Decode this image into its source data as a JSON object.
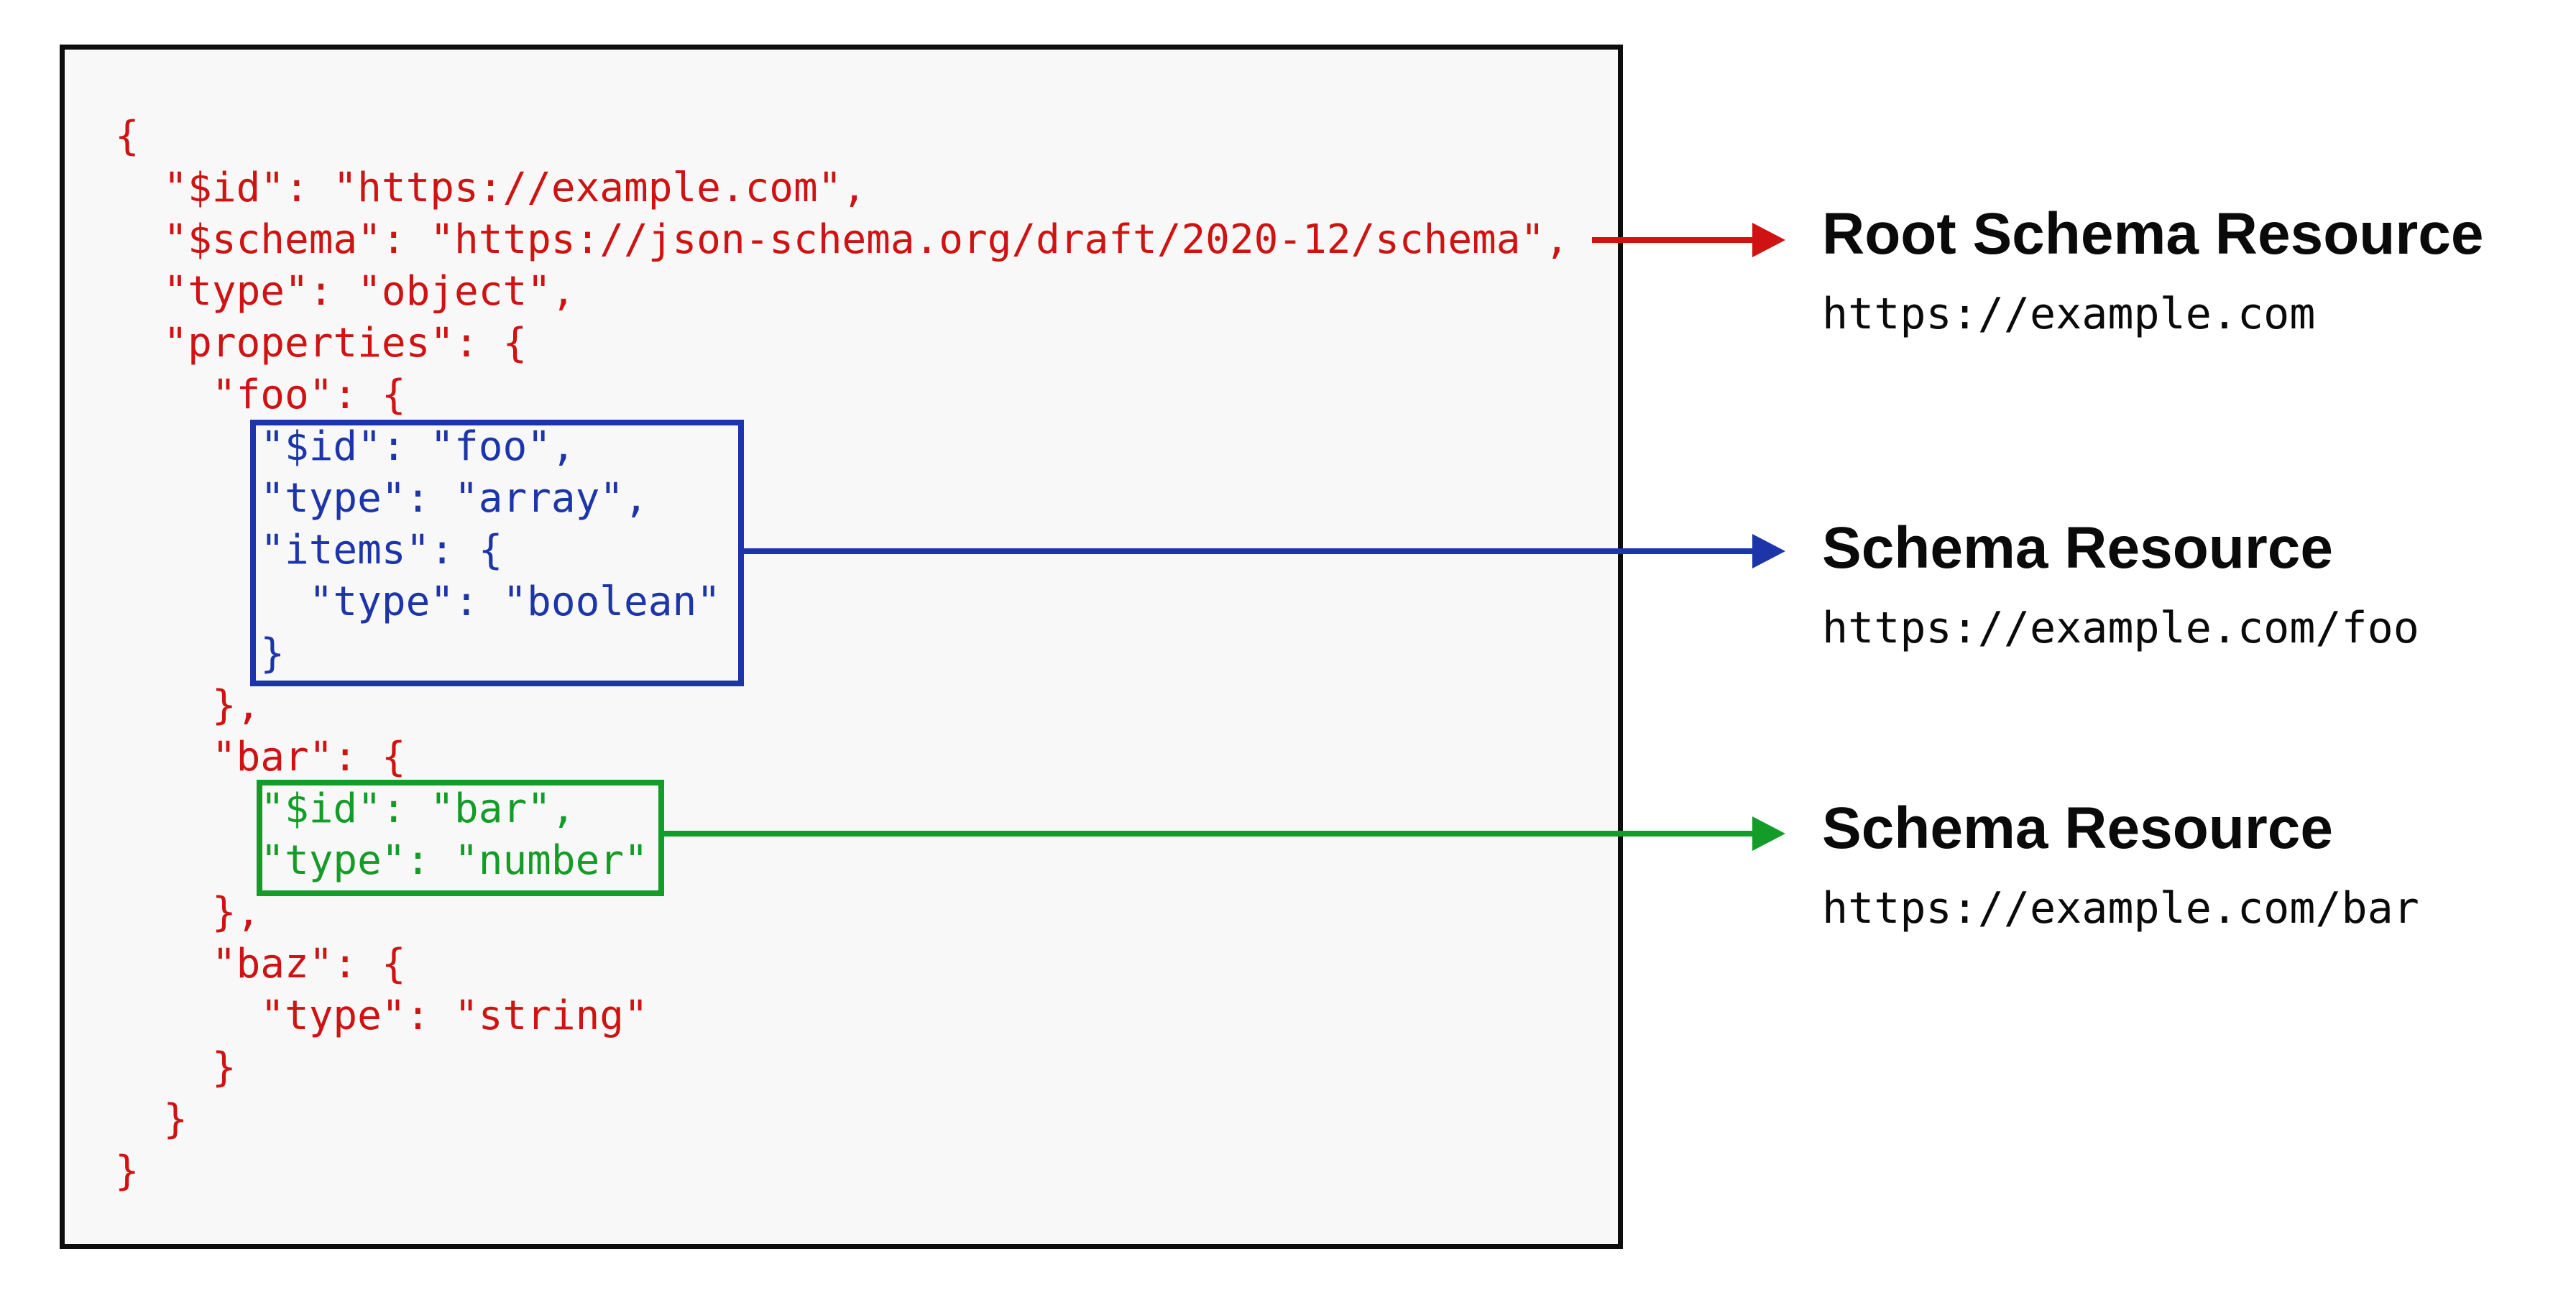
{
  "diagram": {
    "colors": {
      "red": "#cf1313",
      "blue": "#1c35a8",
      "green": "#149c28",
      "panel_border": "#0d0d0d",
      "panel_bg": "#f8f8f8",
      "label_text": "#0a0a0a"
    },
    "code_lines": [
      {
        "text": "{",
        "color": "red"
      },
      {
        "text": "  \"$id\": \"https://example.com\",",
        "color": "red"
      },
      {
        "text": "  \"$schema\": \"https://json-schema.org/draft/2020-12/schema\",",
        "color": "red"
      },
      {
        "text": "  \"type\": \"object\",",
        "color": "red"
      },
      {
        "text": "  \"properties\": {",
        "color": "red"
      },
      {
        "text": "    \"foo\": {",
        "color": "red"
      },
      {
        "text": "      \"$id\": \"foo\",",
        "color": "blue"
      },
      {
        "text": "      \"type\": \"array\",",
        "color": "blue"
      },
      {
        "text": "      \"items\": {",
        "color": "blue"
      },
      {
        "text": "        \"type\": \"boolean\"",
        "color": "blue"
      },
      {
        "text": "      }",
        "color": "blue"
      },
      {
        "text": "    },",
        "color": "red"
      },
      {
        "text": "    \"bar\": {",
        "color": "red"
      },
      {
        "text": "      \"$id\": \"bar\",",
        "color": "green"
      },
      {
        "text": "      \"type\": \"number\"",
        "color": "green"
      },
      {
        "text": "    },",
        "color": "red"
      },
      {
        "text": "    \"baz\": {",
        "color": "red"
      },
      {
        "text": "      \"type\": \"string\"",
        "color": "red"
      },
      {
        "text": "    }",
        "color": "red"
      },
      {
        "text": "  }",
        "color": "red"
      },
      {
        "text": "}",
        "color": "red"
      }
    ],
    "annotations": [
      {
        "title": "Root Schema Resource",
        "url": "https://example.com",
        "color": "red"
      },
      {
        "title": "Schema Resource",
        "url": "https://example.com/foo",
        "color": "blue"
      },
      {
        "title": "Schema Resource",
        "url": "https://example.com/bar",
        "color": "green"
      }
    ]
  }
}
